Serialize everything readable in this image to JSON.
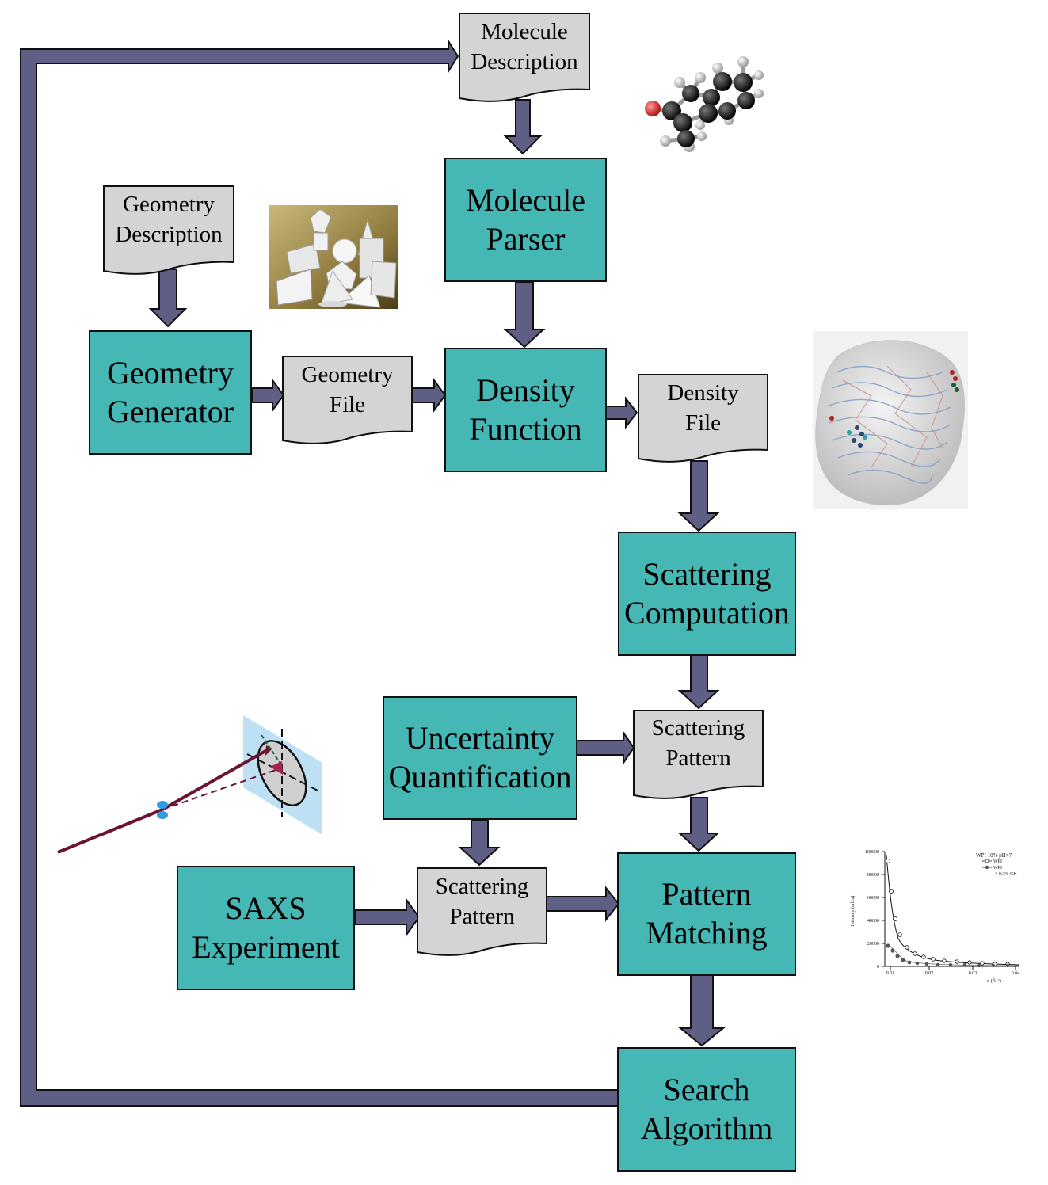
{
  "colors": {
    "process_fill": "#45b8b5",
    "document_fill": "#d4d4d4",
    "arrow_fill": "#5f5f85",
    "border": "#111111"
  },
  "documents": {
    "molecule_description": [
      "Molecule",
      "Description"
    ],
    "geometry_description": [
      "Geometry",
      "Description"
    ],
    "geometry_file": [
      "Geometry",
      "File"
    ],
    "density_file": [
      "Density",
      "File"
    ],
    "scattering_pattern_computed": [
      "Scattering",
      "Pattern"
    ],
    "scattering_pattern_experimental": [
      "Scattering",
      "Pattern"
    ]
  },
  "processes": {
    "molecule_parser": [
      "Molecule",
      "Parser"
    ],
    "geometry_generator": [
      "Geometry",
      "Generator"
    ],
    "density_function": [
      "Density",
      "Function"
    ],
    "scattering_computation": [
      "Scattering",
      "Computation"
    ],
    "uncertainty_quantification": [
      "Uncertainty",
      "Quantification"
    ],
    "saxs_experiment": [
      "SAXS",
      "Experiment"
    ],
    "pattern_matching": [
      "Pattern",
      "Matching"
    ],
    "search_algorithm": [
      "Search",
      "Algorithm"
    ]
  },
  "illustrations": {
    "molecule_model": "molecule-ball-and-stick-image",
    "geometric_solids": "geometric-solids-photo",
    "density_model": "protein-density-envelope-image",
    "saxs_setup": "saxs-beam-geometry-sketch",
    "saxs_plot": "saxs-intensity-plot-image"
  },
  "saxs_plot": {
    "legend_title": "WPI 10% pH=7",
    "legend_items": [
      "WPI",
      "WPI",
      "+ 0.3% GK"
    ],
    "y_ticks": [
      "100000",
      "80000",
      "60000",
      "40000",
      "20000",
      "0"
    ],
    "x_ticks": [
      "0.01",
      "0.02",
      "0.03",
      "0.04"
    ],
    "ylabel": "Intensity (arb.u)",
    "xlabel": "q (Å⁻¹)"
  }
}
